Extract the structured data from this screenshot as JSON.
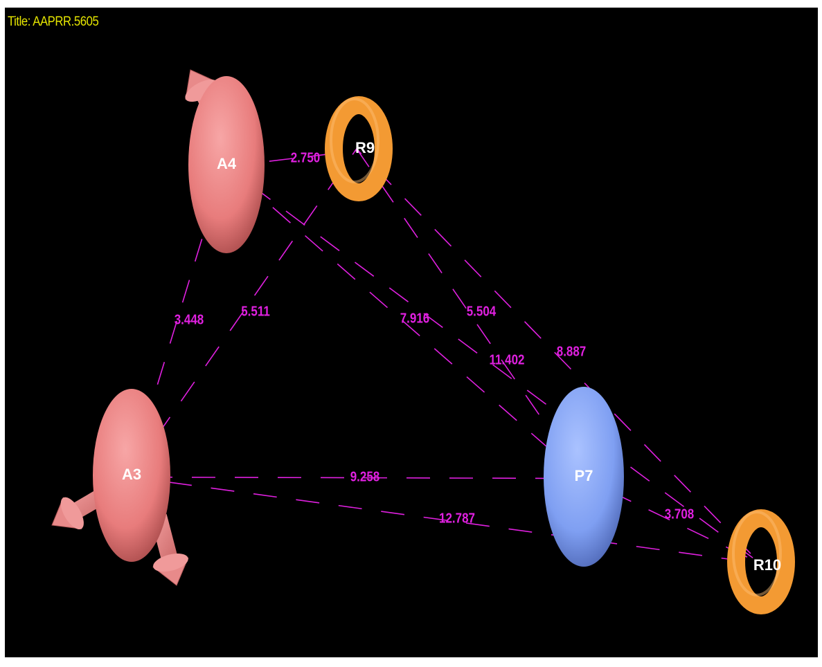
{
  "title": "Title: AAPRR.5605",
  "colors": {
    "background": "#000000",
    "title": "#e6e600",
    "acceptor": "#e87c7c",
    "positive": "#7f9ff2",
    "ring": "#f39a33",
    "distance_line": "#e020e0",
    "node_label": "#ffffff"
  },
  "nodes": [
    {
      "id": "A4",
      "label": "A4",
      "kind": "acceptor"
    },
    {
      "id": "R9",
      "label": "R9",
      "kind": "ring"
    },
    {
      "id": "A3",
      "label": "A3",
      "kind": "acceptor"
    },
    {
      "id": "P7",
      "label": "P7",
      "kind": "positive"
    },
    {
      "id": "R10",
      "label": "R10",
      "kind": "ring"
    }
  ],
  "distances": [
    {
      "from": "A4",
      "to": "R9",
      "value": "2.750"
    },
    {
      "from": "A4",
      "to": "A3",
      "value": "3.448"
    },
    {
      "from": "R9",
      "to": "A3",
      "value": "5.511"
    },
    {
      "from": "A4",
      "to": "P7",
      "value": "7.916"
    },
    {
      "from": "R9",
      "to": "P7",
      "value": "5.504"
    },
    {
      "from": "A4",
      "to": "R10",
      "value": "11.402"
    },
    {
      "from": "R9",
      "to": "R10",
      "value": "8.887"
    },
    {
      "from": "A3",
      "to": "P7",
      "value": "9.258"
    },
    {
      "from": "A3",
      "to": "R10",
      "value": "12.787"
    },
    {
      "from": "P7",
      "to": "R10",
      "value": "3.708"
    }
  ]
}
